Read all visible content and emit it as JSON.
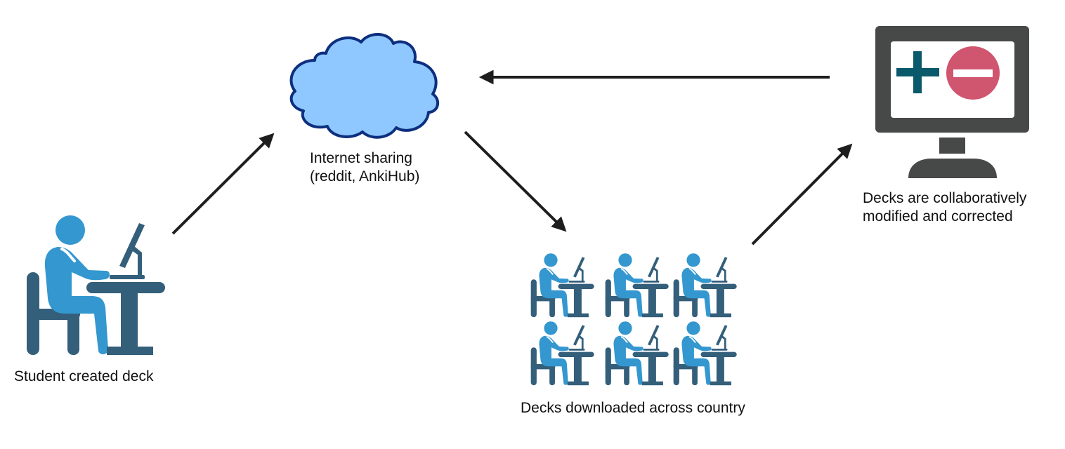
{
  "title": "Shared Anki deck workflow",
  "colors": {
    "person": "#3497cf",
    "furniture": "#345f7b",
    "cloud_fill": "#8ec8ff",
    "cloud_stroke": "#0d2f7e",
    "monitor": "#474848",
    "screen": "#ffffff",
    "plus": "#0b5a6b",
    "minus_circle": "#d0556f",
    "arrow": "#1e1e1e"
  },
  "nodes": {
    "student": {
      "icon": "student-at-desk-icon",
      "label": "Student created deck"
    },
    "cloud": {
      "icon": "cloud-icon",
      "label_line1": "Internet sharing",
      "label_line2": "(reddit, AnkiHub)"
    },
    "downloads": {
      "icon": "student-at-desk-icon",
      "count": 6,
      "label": "Decks downloaded across country"
    },
    "collab": {
      "icon": "monitor-plus-minus-icon",
      "label_line1": "Decks are collaboratively",
      "label_line2": "modified and corrected"
    }
  },
  "edges": [
    {
      "from": "student",
      "to": "cloud"
    },
    {
      "from": "cloud",
      "to": "downloads"
    },
    {
      "from": "downloads",
      "to": "collab"
    },
    {
      "from": "collab",
      "to": "cloud"
    }
  ]
}
